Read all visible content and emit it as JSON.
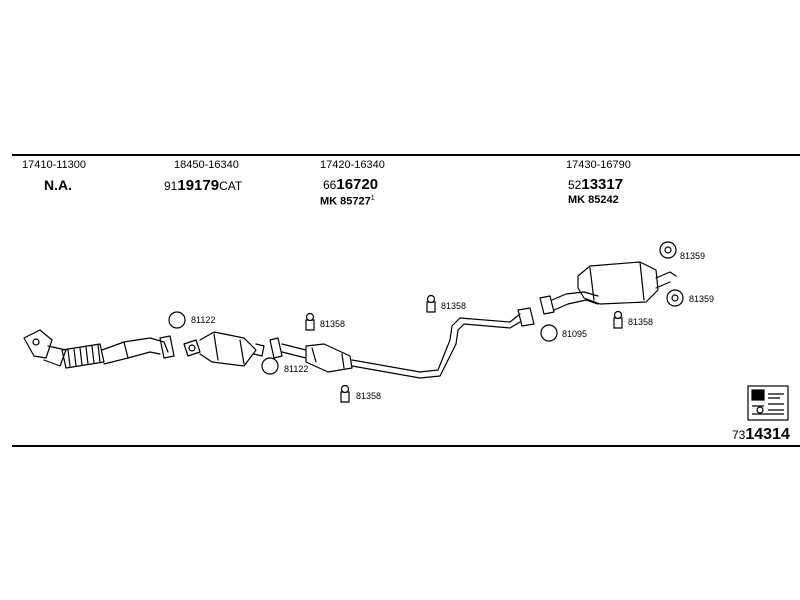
{
  "columns": [
    {
      "oe": "17410-11300",
      "status": "N.A."
    },
    {
      "oe": "18450-16340",
      "prefix": "91",
      "main": "19179",
      "suffix": "CAT"
    },
    {
      "oe": "17420-16340",
      "prefix": "66",
      "main": "16720",
      "mk": "MK 85727",
      "mk_sup": "1"
    },
    {
      "oe": "17430-16790",
      "prefix": "52",
      "main": "13317",
      "mk": "MK 85242"
    }
  ],
  "parts": {
    "gasket_1": "81122",
    "gasket_2": "81122",
    "bolt_1": "81358",
    "bolt_2": "81358",
    "bolt_3": "81358",
    "bolt_4": "81358",
    "ring": "81095",
    "hanger_1": "81359",
    "hanger_2": "81359"
  },
  "footer": {
    "prefix": "73",
    "main": "14314"
  },
  "icons": [
    "catalog-reference-icon"
  ]
}
